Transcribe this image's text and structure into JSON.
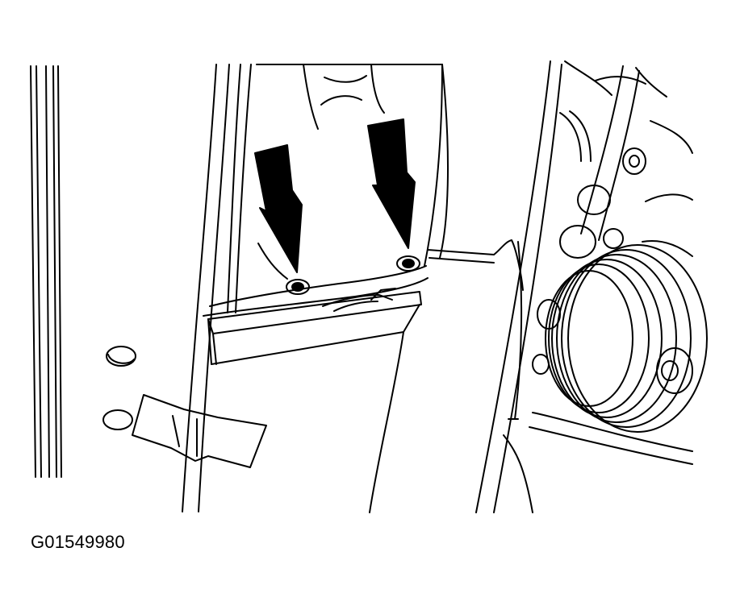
{
  "figure": {
    "id_label": "G01549980",
    "colors": {
      "ink": "#000000",
      "paper": "#ffffff"
    },
    "callouts": [
      {
        "icon": "arrow-down-icon",
        "points_to": "left-fastener"
      },
      {
        "icon": "arrow-down-icon",
        "points_to": "right-fastener"
      }
    ]
  }
}
